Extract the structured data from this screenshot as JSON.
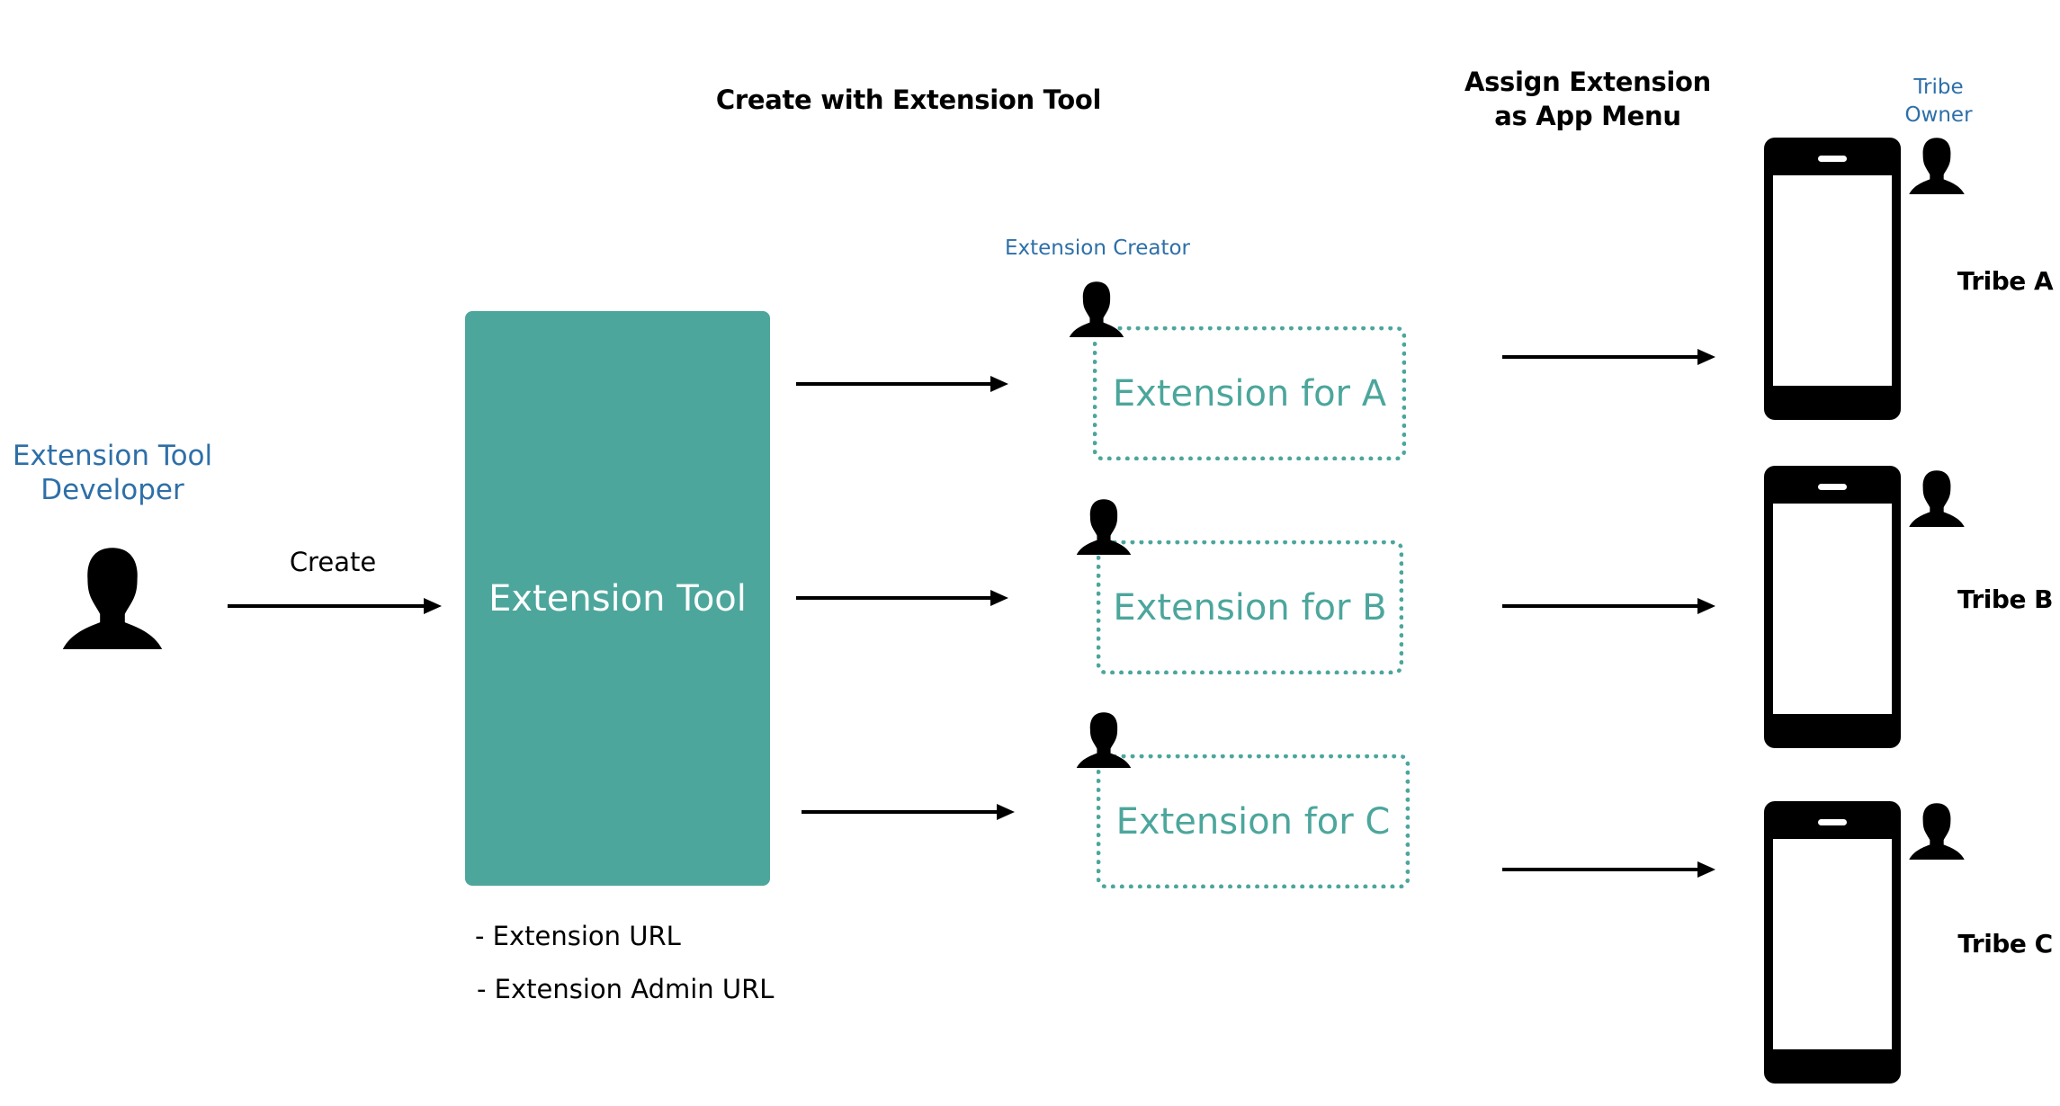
{
  "title": "Create with Extension Tool",
  "assign_heading": {
    "line1": "Assign Extension",
    "line2": "as App Menu"
  },
  "developer": {
    "line1": "Extension Tool",
    "line2": "Developer",
    "icon": "person-icon"
  },
  "create_label": "Create",
  "tool": {
    "label": "Extension Tool",
    "color": "#4ca69c"
  },
  "tool_notes": [
    "- Extension URL",
    "- Extension Admin URL"
  ],
  "creator_label": "Extension Creator",
  "owner_label": {
    "line1": "Tribe",
    "line2": "Owner"
  },
  "extensions": [
    {
      "label": "Extension for A"
    },
    {
      "label": "Extension for B"
    },
    {
      "label": "Extension for C"
    }
  ],
  "tribes": [
    {
      "label": "Tribe A"
    },
    {
      "label": "Tribe B"
    },
    {
      "label": "Tribe C"
    }
  ],
  "colors": {
    "accent": "#4ca69c",
    "label_blue": "#2e6fa8"
  }
}
